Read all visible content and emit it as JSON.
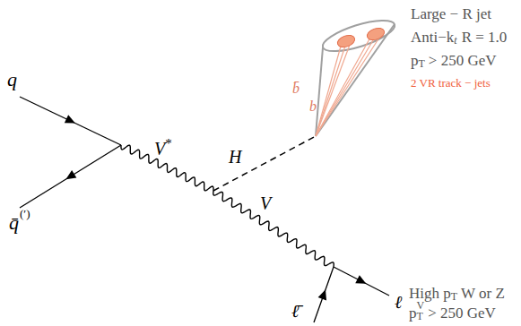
{
  "diagram": {
    "labels": [
      "q",
      "q̄",
      "(′)",
      "V",
      "*",
      "H",
      "V",
      "ℓ",
      "ℓ̄",
      "b̄",
      "b",
      "Large − R jet",
      "Anti−k",
      "t",
      "R = 1.0",
      "p",
      "T",
      "> 250 GeV",
      "2 VR track − jets",
      "High p",
      "T",
      "W or Z",
      "p",
      "V",
      "T",
      "> 250 GeV"
    ]
  }
}
